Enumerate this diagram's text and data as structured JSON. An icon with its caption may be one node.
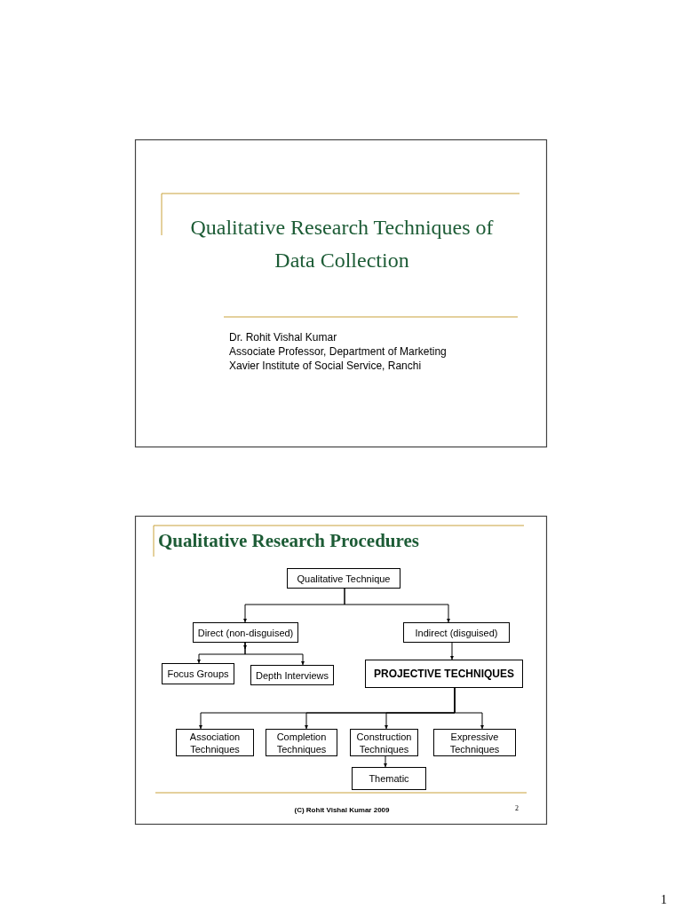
{
  "diagram": {
    "nodes": [
      {
        "text": [
          "Qualitative Technique"
        ]
      },
      {
        "text": [
          "Direct (non-disguised)"
        ]
      },
      {
        "text": [
          "Indirect (disguised)"
        ]
      },
      {
        "text": [
          "Focus Groups"
        ]
      },
      {
        "text": [
          "Depth Interviews"
        ]
      },
      {
        "text": [
          "PROJECTIVE TECHNIQUES"
        ]
      },
      {
        "text": [
          "Association Techniques"
        ]
      },
      {
        "text": [
          "Completion Techniques"
        ]
      },
      {
        "text": [
          "Construction Techniques"
        ]
      },
      {
        "text": [
          "Expressive Techniques"
        ]
      },
      {
        "text": [
          "Thematic"
        ]
      }
    ],
    "edges": [
      {
        "from": 0,
        "to": 1,
        "arrow": "to"
      },
      {
        "from": 0,
        "to": 2,
        "arrow": "to"
      },
      {
        "from": 1,
        "to": 3,
        "arrow": "to"
      },
      {
        "from": 1,
        "to": 4,
        "arrow": "to"
      },
      {
        "from": 2,
        "to": 5,
        "arrow": "to"
      },
      {
        "from": 5,
        "to": 6,
        "arrow": "to"
      },
      {
        "from": 5,
        "to": 7,
        "arrow": "to"
      },
      {
        "from": 5,
        "to": 8,
        "arrow": "to"
      },
      {
        "from": 5,
        "to": 9,
        "arrow": "to"
      },
      {
        "from": 8,
        "to": 10,
        "arrow": "to"
      }
    ],
    "labels": [
      "Qualitative Research Techniques of Data Collection",
      "Dr. Rohit Vishal Kumar",
      "Associate Professor, Department of Marketing",
      "Xavier Institute of Social Service, Ranchi",
      "Qualitative Research Procedures",
      "(C) Rohit Vishal Kumar 2009",
      "2",
      "1"
    ]
  }
}
